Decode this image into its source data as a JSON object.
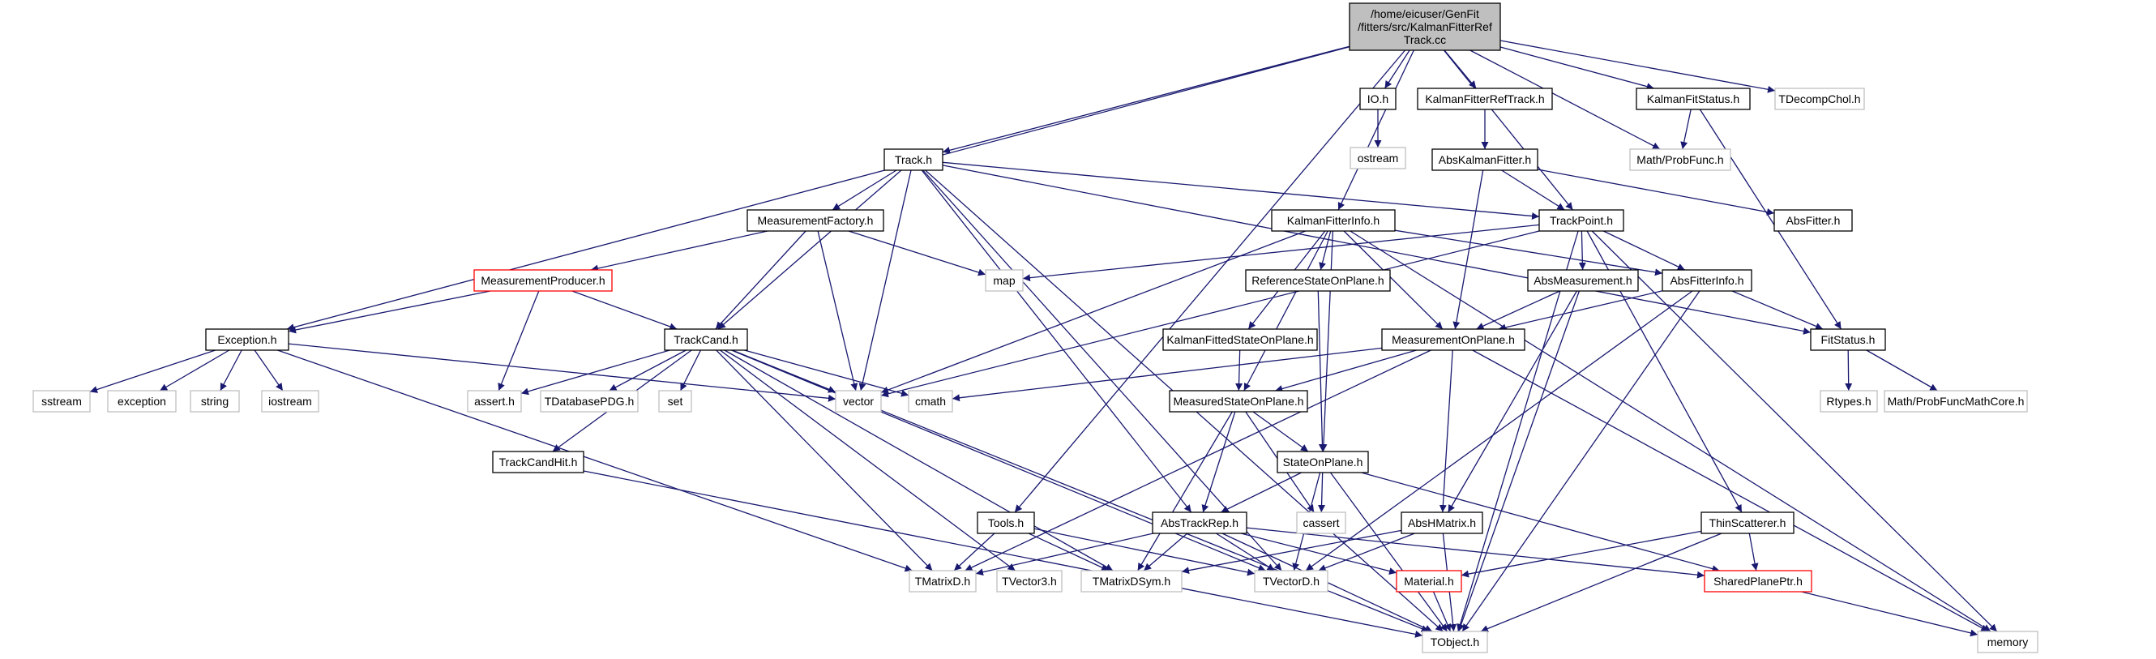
{
  "colors": {
    "edge": "#191970",
    "node_border": "#000000",
    "node_fill": "#ffffff",
    "external_border": "#bfbfbf",
    "missing_border": "#ff0000",
    "root_fill": "#bfbfbf",
    "text": "#000000",
    "external_text": "#333333"
  },
  "nodes": [
    {
      "id": "root",
      "lines": [
        "/home/eicuser/GenFit",
        "/fitters/src/KalmanFitterRef",
        "Track.cc"
      ],
      "kind": "root"
    },
    {
      "id": "exception",
      "lines": [
        "Exception.h"
      ],
      "kind": "normal"
    },
    {
      "id": "track",
      "lines": [
        "Track.h"
      ],
      "kind": "normal"
    },
    {
      "id": "tools",
      "lines": [
        "Tools.h"
      ],
      "kind": "normal"
    },
    {
      "id": "kfinfo",
      "lines": [
        "KalmanFitterInfo.h"
      ],
      "kind": "normal"
    },
    {
      "id": "io",
      "lines": [
        "IO.h"
      ],
      "kind": "normal"
    },
    {
      "id": "kfreftrack",
      "lines": [
        "KalmanFitterRefTrack.h"
      ],
      "kind": "normal"
    },
    {
      "id": "trackpoint",
      "lines": [
        "TrackPoint.h"
      ],
      "kind": "normal"
    },
    {
      "id": "probfunc",
      "lines": [
        "Math/ProbFunc.h"
      ],
      "kind": "external"
    },
    {
      "id": "kfstatus",
      "lines": [
        "KalmanFitStatus.h"
      ],
      "kind": "normal"
    },
    {
      "id": "tdecomp",
      "lines": [
        "TDecompChol.h"
      ],
      "kind": "external"
    },
    {
      "id": "ostream",
      "lines": [
        "ostream"
      ],
      "kind": "external"
    },
    {
      "id": "abskf",
      "lines": [
        "AbsKalmanFitter.h"
      ],
      "kind": "normal"
    },
    {
      "id": "absfitter",
      "lines": [
        "AbsFitter.h"
      ],
      "kind": "normal"
    },
    {
      "id": "measfactory",
      "lines": [
        "MeasurementFactory.h"
      ],
      "kind": "normal"
    },
    {
      "id": "measproducer",
      "lines": [
        "MeasurementProducer.h"
      ],
      "kind": "missing"
    },
    {
      "id": "map",
      "lines": [
        "map"
      ],
      "kind": "external"
    },
    {
      "id": "refstate",
      "lines": [
        "ReferenceStateOnPlane.h"
      ],
      "kind": "normal"
    },
    {
      "id": "absmeas",
      "lines": [
        "AbsMeasurement.h"
      ],
      "kind": "normal"
    },
    {
      "id": "absfitterinfo",
      "lines": [
        "AbsFitterInfo.h"
      ],
      "kind": "normal"
    },
    {
      "id": "fitstatus",
      "lines": [
        "FitStatus.h"
      ],
      "kind": "normal"
    },
    {
      "id": "trackcand",
      "lines": [
        "TrackCand.h"
      ],
      "kind": "normal"
    },
    {
      "id": "kfitted",
      "lines": [
        "KalmanFittedStateOnPlane.h"
      ],
      "kind": "normal"
    },
    {
      "id": "measonplane",
      "lines": [
        "MeasurementOnPlane.h"
      ],
      "kind": "normal"
    },
    {
      "id": "sstream",
      "lines": [
        "sstream"
      ],
      "kind": "external"
    },
    {
      "id": "exceptionstd",
      "lines": [
        "exception"
      ],
      "kind": "external"
    },
    {
      "id": "string",
      "lines": [
        "string"
      ],
      "kind": "external"
    },
    {
      "id": "iostream",
      "lines": [
        "iostream"
      ],
      "kind": "external"
    },
    {
      "id": "asserth",
      "lines": [
        "assert.h"
      ],
      "kind": "external"
    },
    {
      "id": "tdbpdg",
      "lines": [
        "TDatabasePDG.h"
      ],
      "kind": "external"
    },
    {
      "id": "set",
      "lines": [
        "set"
      ],
      "kind": "external"
    },
    {
      "id": "vector",
      "lines": [
        "vector"
      ],
      "kind": "external"
    },
    {
      "id": "cmath",
      "lines": [
        "cmath"
      ],
      "kind": "external"
    },
    {
      "id": "measstate",
      "lines": [
        "MeasuredStateOnPlane.h"
      ],
      "kind": "normal"
    },
    {
      "id": "rtypes",
      "lines": [
        "Rtypes.h"
      ],
      "kind": "external"
    },
    {
      "id": "probfunccore",
      "lines": [
        "Math/ProbFuncMathCore.h"
      ],
      "kind": "external"
    },
    {
      "id": "trackcandhit",
      "lines": [
        "TrackCandHit.h"
      ],
      "kind": "normal"
    },
    {
      "id": "stateonplane",
      "lines": [
        "StateOnPlane.h"
      ],
      "kind": "normal"
    },
    {
      "id": "cassert",
      "lines": [
        "cassert"
      ],
      "kind": "external"
    },
    {
      "id": "abstrackrep",
      "lines": [
        "AbsTrackRep.h"
      ],
      "kind": "normal"
    },
    {
      "id": "abshmatrix",
      "lines": [
        "AbsHMatrix.h"
      ],
      "kind": "normal"
    },
    {
      "id": "thinscatterer",
      "lines": [
        "ThinScatterer.h"
      ],
      "kind": "normal"
    },
    {
      "id": "tmatrixd",
      "lines": [
        "TMatrixD.h"
      ],
      "kind": "external"
    },
    {
      "id": "tvector3",
      "lines": [
        "TVector3.h"
      ],
      "kind": "external"
    },
    {
      "id": "tmatrixdsym",
      "lines": [
        "TMatrixDSym.h"
      ],
      "kind": "external"
    },
    {
      "id": "tvectord",
      "lines": [
        "TVectorD.h"
      ],
      "kind": "external"
    },
    {
      "id": "material",
      "lines": [
        "Material.h"
      ],
      "kind": "missing"
    },
    {
      "id": "sharedplaneptr",
      "lines": [
        "SharedPlanePtr.h"
      ],
      "kind": "missing"
    },
    {
      "id": "tobject",
      "lines": [
        "TObject.h"
      ],
      "kind": "external"
    },
    {
      "id": "memory",
      "lines": [
        "memory"
      ],
      "kind": "external"
    }
  ],
  "edges": [
    [
      "root",
      "exception"
    ],
    [
      "root",
      "track"
    ],
    [
      "root",
      "tools"
    ],
    [
      "root",
      "kfinfo"
    ],
    [
      "root",
      "io"
    ],
    [
      "root",
      "kfreftrack"
    ],
    [
      "root",
      "trackpoint"
    ],
    [
      "root",
      "probfunc"
    ],
    [
      "root",
      "kfstatus"
    ],
    [
      "root",
      "tdecomp"
    ],
    [
      "io",
      "ostream"
    ],
    [
      "kfreftrack",
      "abskf"
    ],
    [
      "abskf",
      "trackpoint"
    ],
    [
      "abskf",
      "absfitter"
    ],
    [
      "abskf",
      "measonplane"
    ],
    [
      "kfstatus",
      "probfunc"
    ],
    [
      "kfstatus",
      "fitstatus"
    ],
    [
      "track",
      "measfactory"
    ],
    [
      "track",
      "trackcand"
    ],
    [
      "track",
      "trackpoint"
    ],
    [
      "track",
      "fitstatus"
    ],
    [
      "track",
      "abstrackrep"
    ],
    [
      "track",
      "vector"
    ],
    [
      "track",
      "tvectord"
    ],
    [
      "track",
      "tobject"
    ],
    [
      "measfactory",
      "measproducer"
    ],
    [
      "measfactory",
      "trackcand"
    ],
    [
      "measfactory",
      "map"
    ],
    [
      "measfactory",
      "vector"
    ],
    [
      "measproducer",
      "exception"
    ],
    [
      "measproducer",
      "trackcand"
    ],
    [
      "measproducer",
      "asserth"
    ],
    [
      "trackpoint",
      "absmeas"
    ],
    [
      "trackpoint",
      "absfitterinfo"
    ],
    [
      "trackpoint",
      "thinscatterer"
    ],
    [
      "trackpoint",
      "map"
    ],
    [
      "trackpoint",
      "vector"
    ],
    [
      "trackpoint",
      "tobject"
    ],
    [
      "trackpoint",
      "memory"
    ],
    [
      "kfinfo",
      "refstate"
    ],
    [
      "kfinfo",
      "kfitted"
    ],
    [
      "kfinfo",
      "measonplane"
    ],
    [
      "kfinfo",
      "measstate"
    ],
    [
      "kfinfo",
      "absfitterinfo"
    ],
    [
      "kfinfo",
      "stateonplane"
    ],
    [
      "kfinfo",
      "vector"
    ],
    [
      "kfinfo",
      "memory"
    ],
    [
      "refstate",
      "stateonplane"
    ],
    [
      "kfitted",
      "measstate"
    ],
    [
      "absmeas",
      "measonplane"
    ],
    [
      "absmeas",
      "abshmatrix"
    ],
    [
      "absmeas",
      "tobject"
    ],
    [
      "absfitterinfo",
      "measonplane"
    ],
    [
      "absfitterinfo",
      "fitstatus"
    ],
    [
      "absfitterinfo",
      "tvectord"
    ],
    [
      "absfitterinfo",
      "tobject"
    ],
    [
      "fitstatus",
      "rtypes"
    ],
    [
      "fitstatus",
      "probfunccore"
    ],
    [
      "measonplane",
      "measstate"
    ],
    [
      "measonplane",
      "abshmatrix"
    ],
    [
      "measonplane",
      "cmath"
    ],
    [
      "measonplane",
      "tmatrixd"
    ],
    [
      "measonplane",
      "memory"
    ],
    [
      "measstate",
      "stateonplane"
    ],
    [
      "measstate",
      "abstrackrep"
    ],
    [
      "measstate",
      "cassert"
    ],
    [
      "measstate",
      "tmatrixdsym"
    ],
    [
      "stateonplane",
      "abstrackrep"
    ],
    [
      "stateonplane",
      "cassert"
    ],
    [
      "stateonplane",
      "sharedplaneptr"
    ],
    [
      "stateonplane",
      "tvectord"
    ],
    [
      "stateonplane",
      "tobject"
    ],
    [
      "exception",
      "sstream"
    ],
    [
      "exception",
      "exceptionstd"
    ],
    [
      "exception",
      "string"
    ],
    [
      "exception",
      "iostream"
    ],
    [
      "exception",
      "vector"
    ],
    [
      "exception",
      "tmatrixd"
    ],
    [
      "trackcand",
      "trackcandhit"
    ],
    [
      "trackcand",
      "asserth"
    ],
    [
      "trackcand",
      "tdbpdg"
    ],
    [
      "trackcand",
      "set"
    ],
    [
      "trackcand",
      "vector"
    ],
    [
      "trackcand",
      "cmath"
    ],
    [
      "trackcand",
      "tmatrixd"
    ],
    [
      "trackcand",
      "tvector3"
    ],
    [
      "trackcand",
      "tmatrixdsym"
    ],
    [
      "trackcand",
      "tvectord"
    ],
    [
      "trackcand",
      "tobject"
    ],
    [
      "trackcandhit",
      "tobject"
    ],
    [
      "tools",
      "tmatrixd"
    ],
    [
      "tools",
      "tmatrixdsym"
    ],
    [
      "tools",
      "tvectord"
    ],
    [
      "abstrackrep",
      "tmatrixd"
    ],
    [
      "abstrackrep",
      "tmatrixdsym"
    ],
    [
      "abstrackrep",
      "tvectord"
    ],
    [
      "abstrackrep",
      "material"
    ],
    [
      "abstrackrep",
      "sharedplaneptr"
    ],
    [
      "abstrackrep",
      "tobject"
    ],
    [
      "abshmatrix",
      "tmatrixdsym"
    ],
    [
      "abshmatrix",
      "tvectord"
    ],
    [
      "abshmatrix",
      "tobject"
    ],
    [
      "thinscatterer",
      "material"
    ],
    [
      "thinscatterer",
      "sharedplaneptr"
    ],
    [
      "thinscatterer",
      "tobject"
    ],
    [
      "material",
      "tobject"
    ],
    [
      "sharedplaneptr",
      "memory"
    ]
  ]
}
